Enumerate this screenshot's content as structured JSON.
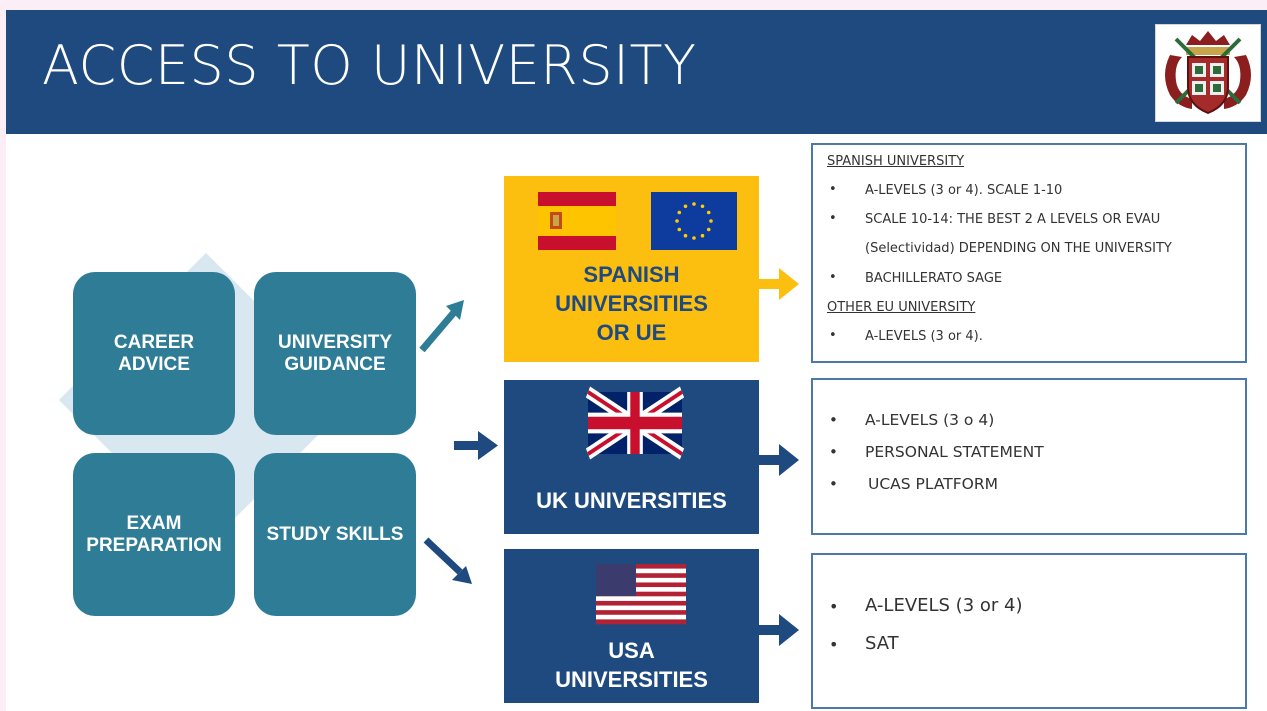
{
  "title": "ACCESS TO UNIVERSITY",
  "logo_icon": "school-crest-icon",
  "colors": {
    "header": "#1f4a80",
    "tile": "#2e7c96",
    "spain_box": "#fdbf0f",
    "navy": "#1f4a80",
    "diamond": "#d9e8f0"
  },
  "services": [
    {
      "line1": "CAREER",
      "line2": "ADVICE"
    },
    {
      "line1": "UNIVERSITY",
      "line2": "GUIDANCE"
    },
    {
      "line1": "EXAM",
      "line2": "PREPARATION"
    },
    {
      "line1": "STUDY SKILLS",
      "line2": ""
    }
  ],
  "destinations": {
    "spain": {
      "line1": "SPANISH",
      "line2": "UNIVERSITIES",
      "line3": "OR UE",
      "flags": [
        "spain-flag-icon",
        "eu-flag-icon"
      ]
    },
    "uk": {
      "label": "UK UNIVERSITIES",
      "flag": "uk-flag-icon"
    },
    "usa": {
      "line1": "USA",
      "line2": "UNIVERSITIES",
      "flag": "usa-flag-icon"
    }
  },
  "requirements": {
    "spain": {
      "heading1": "SPANISH UNIVERSITY",
      "items1": [
        "A-LEVELS (3 or 4). SCALE 1-10",
        "SCALE 10-14: THE BEST 2 A LEVELS OR EVAU",
        "(Selectividad) DEPENDING ON THE UNIVERSITY",
        "BACHILLERATO SAGE"
      ],
      "heading2": "OTHER EU UNIVERSITY",
      "items2": [
        "A-LEVELS (3 or 4)."
      ]
    },
    "uk": {
      "items": [
        "A-LEVELS (3 o 4)",
        "PERSONAL STATEMENT",
        "UCAS PLATFORM"
      ]
    },
    "usa": {
      "items": [
        "A-LEVELS (3 or 4)",
        "SAT"
      ]
    }
  }
}
